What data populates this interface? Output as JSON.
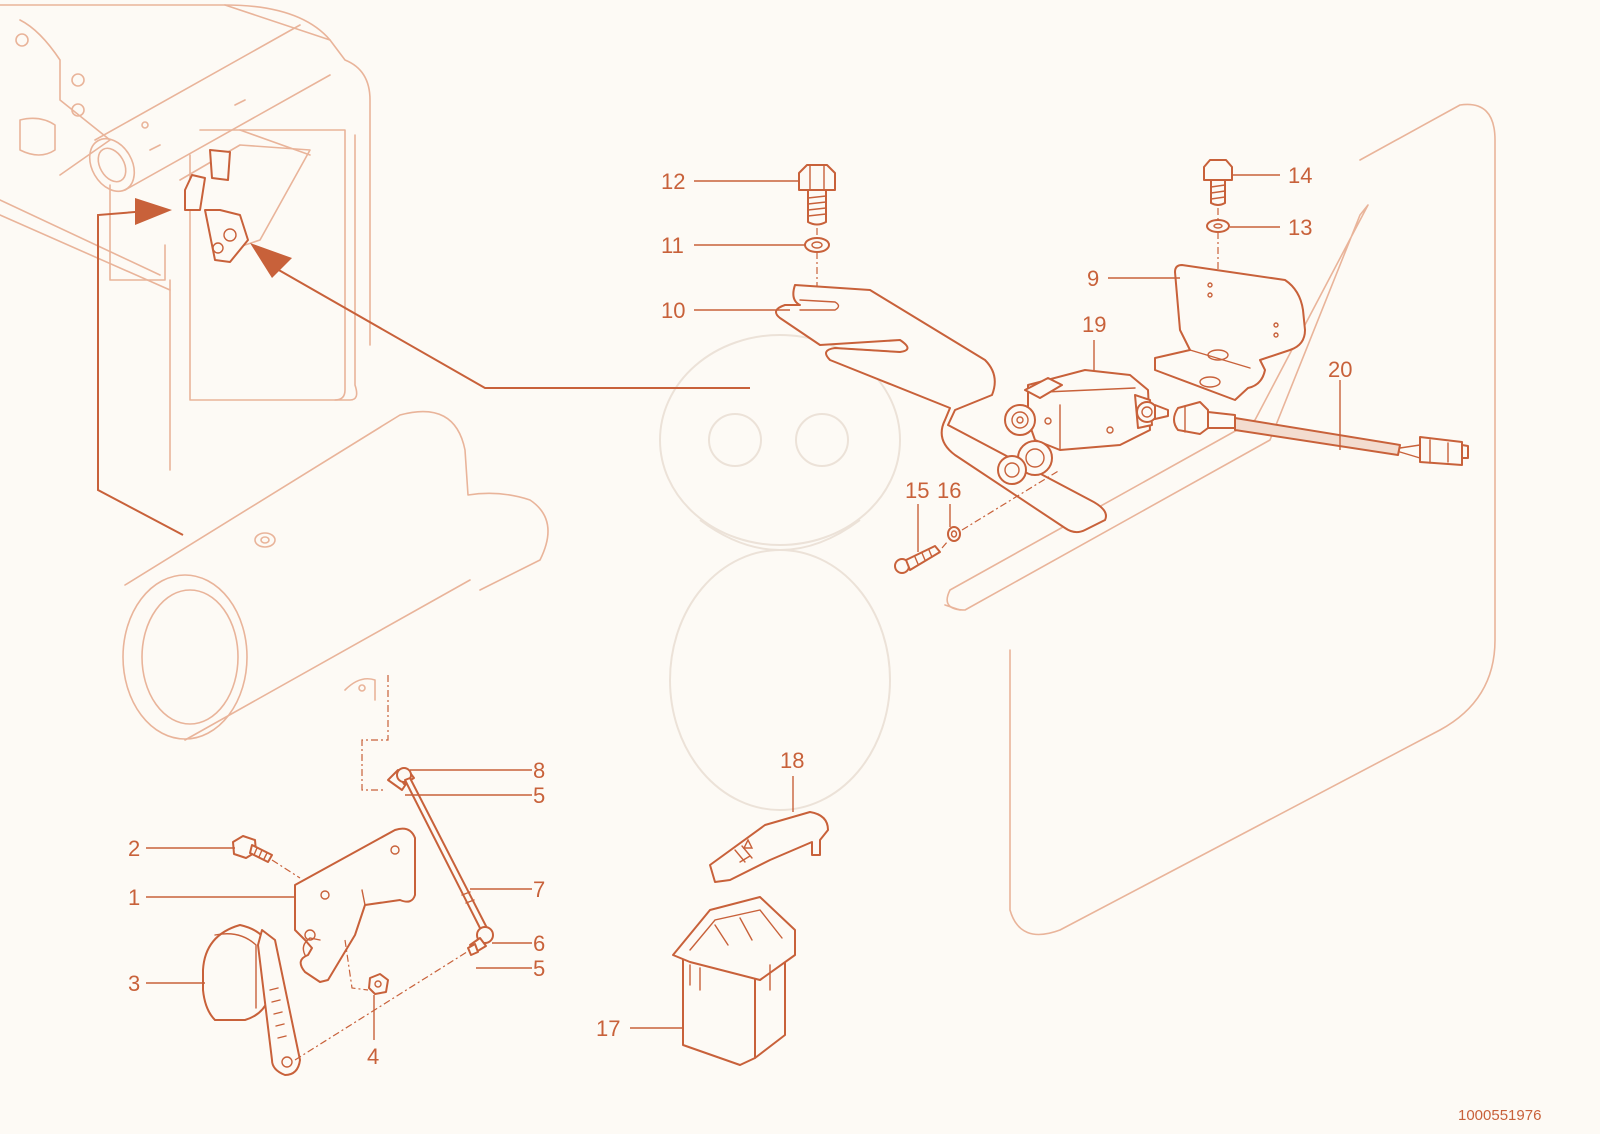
{
  "callouts": {
    "c1": "1",
    "c2": "2",
    "c3": "3",
    "c4": "4",
    "c5a": "5",
    "c5b": "5",
    "c6": "6",
    "c7": "7",
    "c8": "8",
    "c9": "9",
    "c10": "10",
    "c11": "11",
    "c12": "12",
    "c13": "13",
    "c14": "14",
    "c15": "15",
    "c16": "16",
    "c17": "17",
    "c18": "18",
    "c19": "19",
    "c20": "20"
  },
  "document_number": "1000551976",
  "colors": {
    "line": "#c8613a",
    "background": "#fdfaf5",
    "context": "#e9b49a"
  }
}
